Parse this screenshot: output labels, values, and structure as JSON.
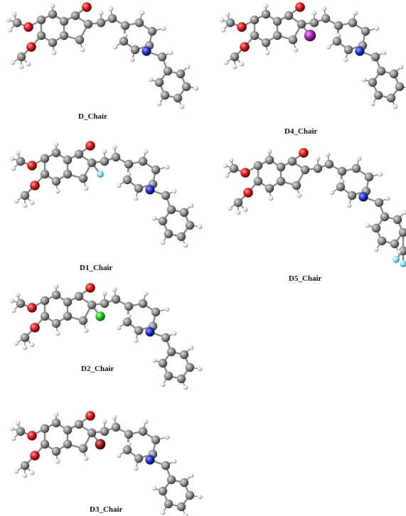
{
  "labels": {
    "d": "D_Chair",
    "d4": "D4_Chair",
    "d1": "D1_Chair",
    "d5": "D5_Chair",
    "d2": "D2_Chair",
    "d3": "D3_Chair"
  },
  "colors": {
    "carbon": "#7b7b7b",
    "oxygen": "#d01a1a",
    "nitrogen": "#1c2fc4",
    "hydrogen": "#e8e8e8",
    "fluorine": "#8fdcea",
    "chlorine": "#22c422",
    "iodine": "#9a22a8",
    "bromine": "#8e1a1a",
    "bond": "#8a8a8a"
  },
  "molecules": [
    {
      "id": "d",
      "label_key": "d",
      "substituent": "none",
      "halogen_element": ""
    },
    {
      "id": "d4",
      "label_key": "d4",
      "substituent": "alpha",
      "halogen_element": "iodine"
    },
    {
      "id": "d1",
      "label_key": "d1",
      "substituent": "alpha",
      "halogen_element": "fluorine"
    },
    {
      "id": "d5",
      "label_key": "d5",
      "substituent": "cf3",
      "halogen_element": "fluorine"
    },
    {
      "id": "d2",
      "label_key": "d2",
      "substituent": "alpha",
      "halogen_element": "chlorine"
    },
    {
      "id": "d3",
      "label_key": "d3",
      "substituent": "alpha",
      "halogen_element": "bromine"
    }
  ]
}
